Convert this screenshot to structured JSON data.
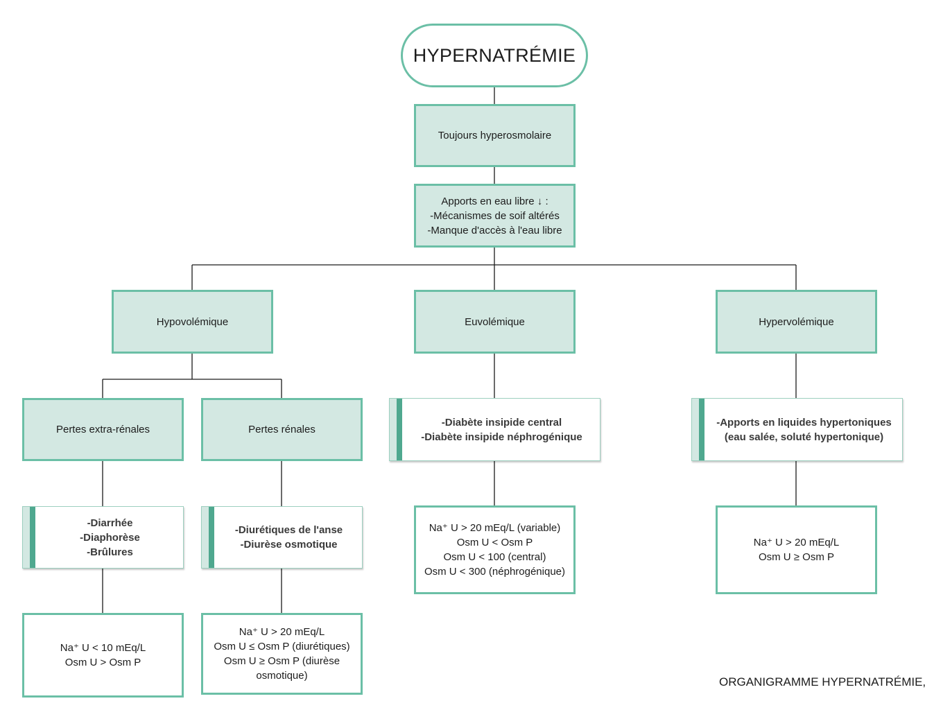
{
  "diagram": {
    "title": "HYPERNATRÉMIE",
    "level1": "Toujours hyperosmolaire",
    "level2": "Apports en eau libre ↓ :\n-Mécanismes de soif altérés\n-Manque d'accès à l'eau libre",
    "branches": {
      "hypovolemique": {
        "label": "Hypovolémique",
        "extra_renal": {
          "label": "Pertes extra-rénales",
          "causes": "-Diarrhée\n-Diaphorèse\n-Brûlures",
          "labs": "Na⁺ U < 10 mEq/L\nOsm U > Osm P"
        },
        "renal": {
          "label": "Pertes rénales",
          "causes": "-Diurétiques de l'anse\n-Diurèse osmotique",
          "labs": "Na⁺ U > 20 mEq/L\nOsm U ≤ Osm P (diurétiques)\nOsm U ≥ Osm P (diurèse\nosmotique)"
        }
      },
      "euvolemique": {
        "label": "Euvolémique",
        "causes": "-Diabète insipide central\n-Diabète insipide néphrogénique",
        "labs": "Na⁺ U > 20 mEq/L (variable)\nOsm U < Osm P\nOsm U < 100 (central)\nOsm U < 300 (néphrogénique)"
      },
      "hypervolemique": {
        "label": "Hypervolémique",
        "causes": "-Apports en liquides hypertoniques\n(eau salée, soluté hypertonique)",
        "labs": "Na⁺ U > 20 mEq/L\nOsm U ≥ Osm P"
      }
    },
    "footer": "ORGANIGRAMME HYPERNATRÉMIE, I.M"
  },
  "colors": {
    "border": "#6bbfa6",
    "fill": "#d3e8e2",
    "accent_bar": "#4fa88f",
    "connector": "#1a1a1a"
  }
}
